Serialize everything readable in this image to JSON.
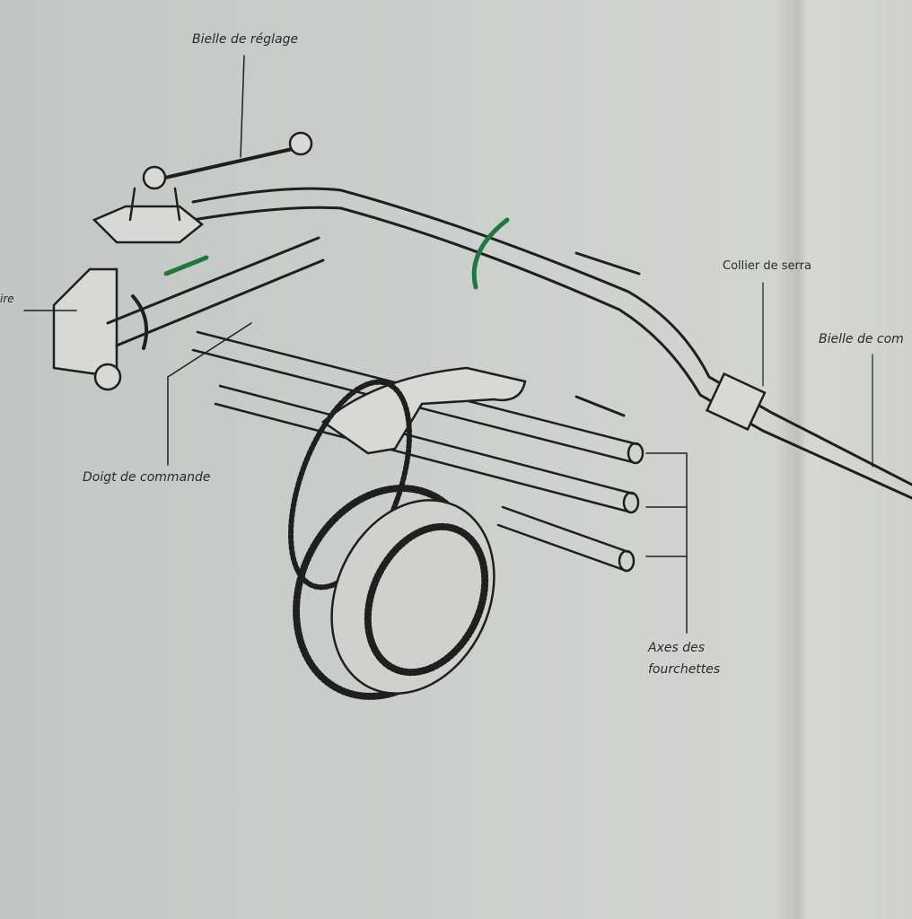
{
  "labels": {
    "adjust_rod": "Bielle de réglage",
    "left_cut": "ire",
    "clamp_collar": "Collier de serra",
    "control_rod": "Bielle de com",
    "control_finger": "Doigt de commande",
    "fork_axes_line1": "Axes des",
    "fork_axes_line2": "fourchettes"
  },
  "colors": {
    "accent_arrow": "#1e7a3c",
    "ink": "#1f1f1f"
  }
}
